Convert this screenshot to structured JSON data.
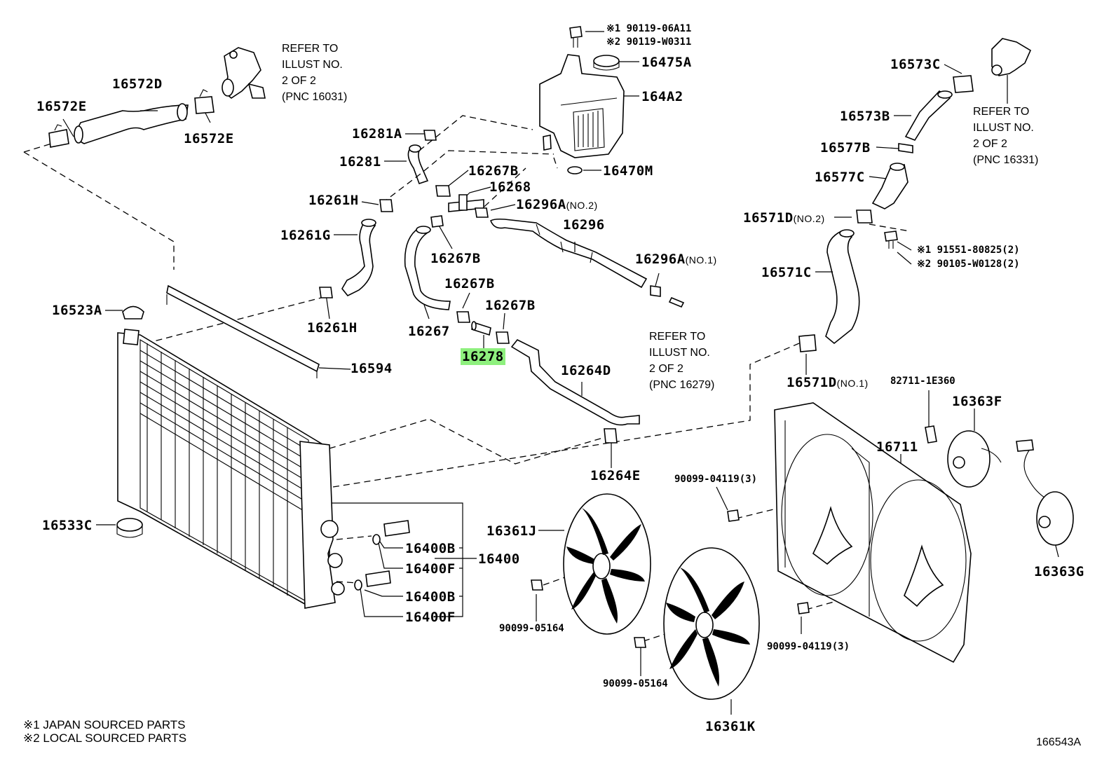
{
  "diagram_id": "166543A",
  "highlight_color": "#8ef07e",
  "legend": [
    "※1 JAPAN SOURCED PARTS",
    "※2 LOCAL SOURCED PARTS"
  ],
  "refer_notes": {
    "pnc_16031": [
      "REFER TO",
      "ILLUST NO.",
      "2 OF 2",
      "(PNC 16031)"
    ],
    "pnc_16331": [
      "REFER TO",
      "ILLUST NO.",
      "2 OF 2",
      "(PNC 16331)"
    ],
    "pnc_16279": [
      "REFER TO",
      "ILLUST NO.",
      "2 OF 2",
      "(PNC 16279)"
    ]
  },
  "labels": {
    "p16572D": "16572D",
    "p16572E_a": "16572E",
    "p16572E_b": "16572E",
    "p16281A": "16281A",
    "p16281": "16281",
    "p16261H_a": "16261H",
    "p16261G": "16261G",
    "p16261H_b": "16261H",
    "p16523A": "16523A",
    "p16594": "16594",
    "p16533C": "16533C",
    "p16267B_a": "16267B",
    "p16268": "16268",
    "p16296A_a": "16296A",
    "p16296A_a_suffix": "(NO.2)",
    "p16267B_b": "16267B",
    "p16267B_c": "16267B",
    "p16267B_d": "16267B",
    "p16267": "16267",
    "p16278": "16278",
    "p16296": "16296",
    "p16296A_b": "16296A",
    "p16296A_b_suffix": "(NO.1)",
    "p16264D": "16264D",
    "p16264E": "16264E",
    "p90119_1": "※1 90119-06A11",
    "p90119_2": "※2 90119-W0311",
    "p16475A": "16475A",
    "p164A2": "164A2",
    "p16470M": "16470M",
    "p16573C": "16573C",
    "p16573B": "16573B",
    "p16577B": "16577B",
    "p16577C": "16577C",
    "p16571D_a": "16571D",
    "p16571D_a_suffix": "(NO.2)",
    "p16571C": "16571C",
    "p16571D_b": "16571D",
    "p16571D_b_suffix": "(NO.1)",
    "p91551": "※1 91551-80825(2)",
    "p90105": "※2 90105-W0128(2)",
    "p82711": "82711-1E360",
    "p16363F": "16363F",
    "p16363G": "16363G",
    "p16711": "16711",
    "p90099_04119_a": "90099-04119(3)",
    "p90099_04119_b": "90099-04119(3)",
    "p16361J": "16361J",
    "p16361K": "16361K",
    "p90099_05164_a": "90099-05164",
    "p90099_05164_b": "90099-05164",
    "p16400B_a": "16400B",
    "p16400F_a": "16400F",
    "p16400": "16400",
    "p16400B_b": "16400B",
    "p16400F_b": "16400F"
  }
}
